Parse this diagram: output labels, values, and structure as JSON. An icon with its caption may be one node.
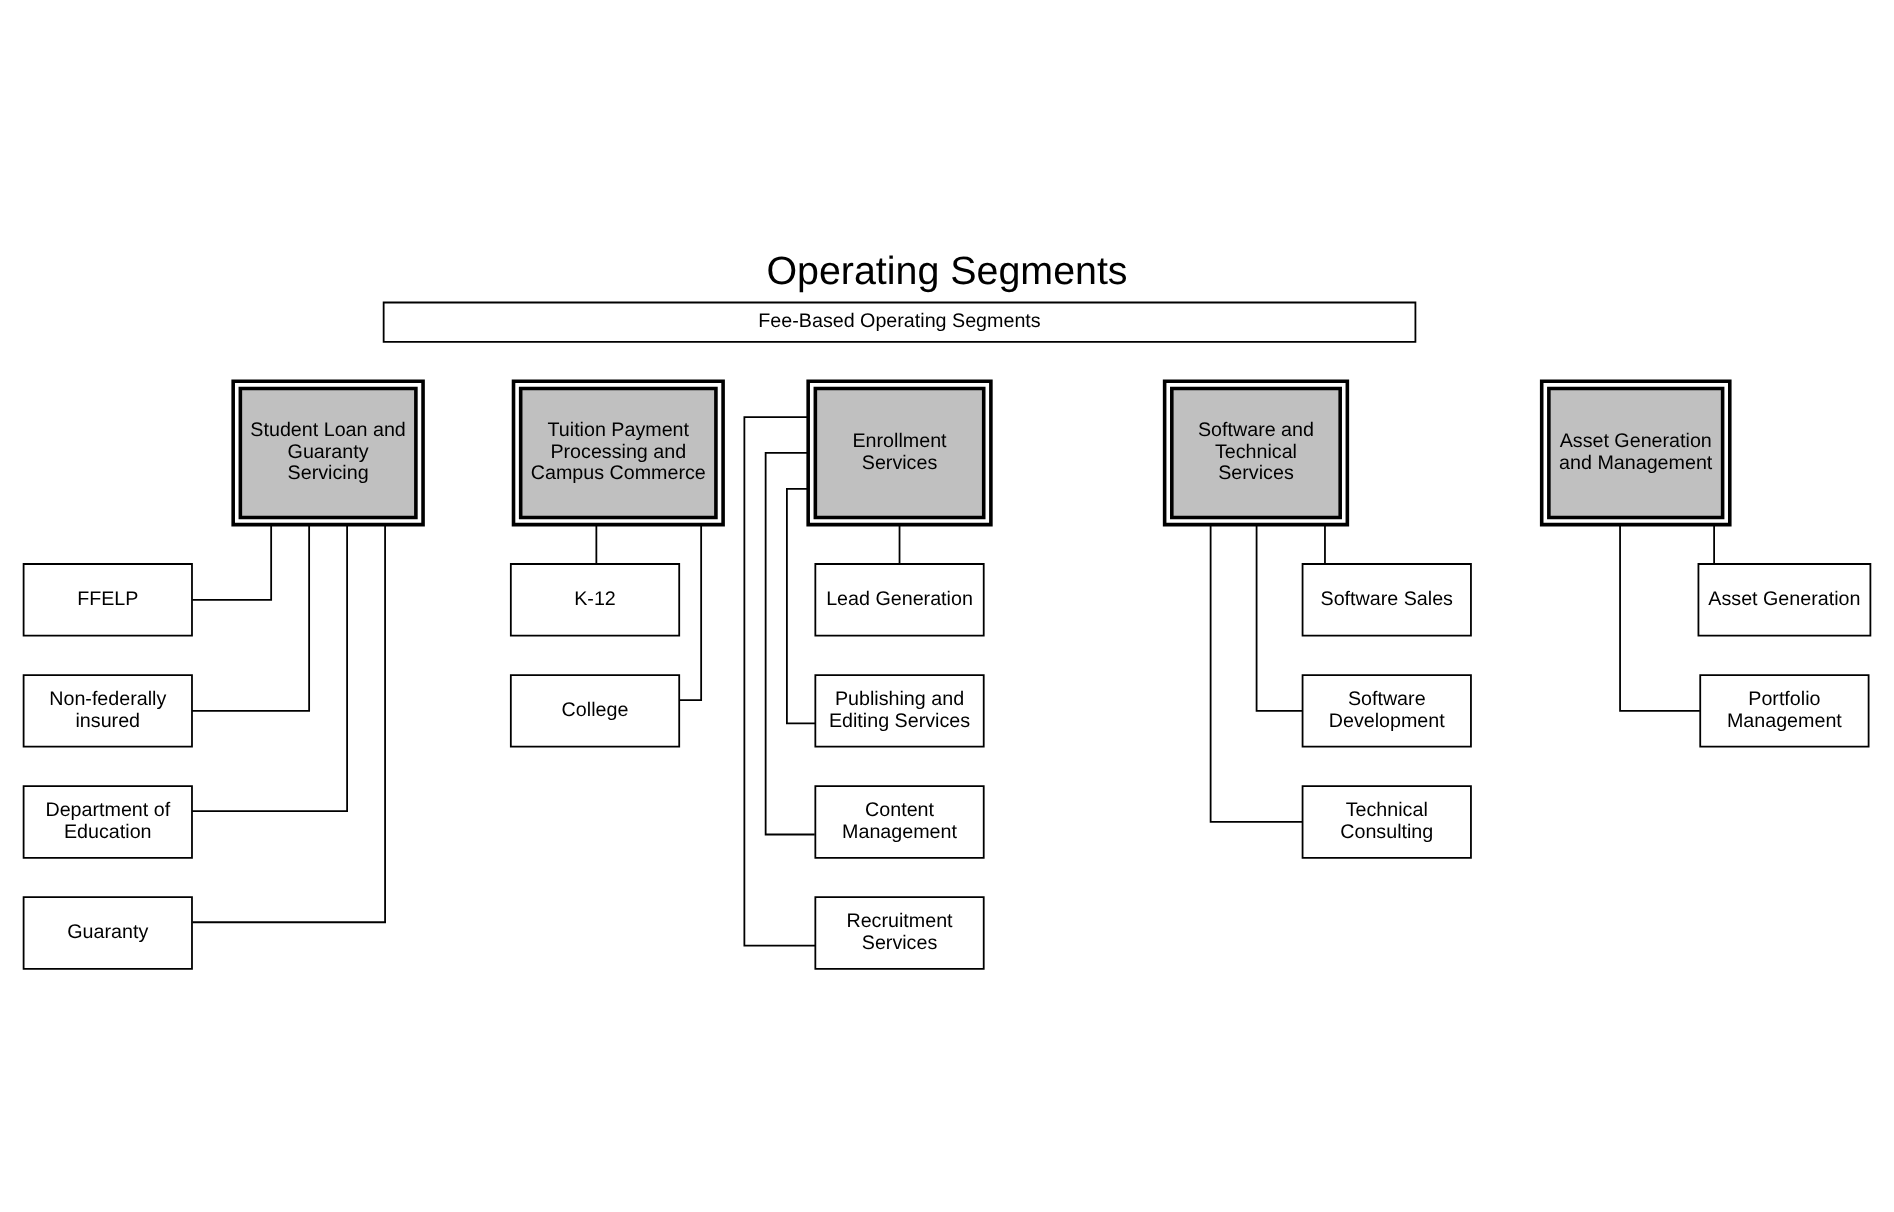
{
  "diagram": {
    "title": "Operating Segments",
    "nodes": [
      {
        "text": [
          "Fee-Based Operating Segments"
        ]
      },
      {
        "text": [
          "Student Loan and Guaranty Servicing"
        ]
      },
      {
        "text": [
          "FFELP"
        ]
      },
      {
        "text": [
          "Non-federally insured"
        ]
      },
      {
        "text": [
          "Department of Education"
        ]
      },
      {
        "text": [
          "Guaranty"
        ]
      },
      {
        "text": [
          "Tuition Payment Processing and Campus Commerce"
        ]
      },
      {
        "text": [
          "K-12"
        ]
      },
      {
        "text": [
          "College"
        ]
      },
      {
        "text": [
          "Enrollment Services"
        ]
      },
      {
        "text": [
          "Lead Generation"
        ]
      },
      {
        "text": [
          "Publishing and Editing Services"
        ]
      },
      {
        "text": [
          "Content Management"
        ]
      },
      {
        "text": [
          "Recruitment Services"
        ]
      },
      {
        "text": [
          "Software and Technical Services"
        ]
      },
      {
        "text": [
          "Software Sales"
        ]
      },
      {
        "text": [
          "Software Development"
        ]
      },
      {
        "text": [
          "Technical Consulting"
        ]
      },
      {
        "text": [
          "Asset Generation and Management"
        ]
      },
      {
        "text": [
          "Asset Generation"
        ]
      },
      {
        "text": [
          "Portfolio Management"
        ]
      }
    ],
    "edges": [
      {
        "from": 1,
        "to": 2,
        "arrow": "none"
      },
      {
        "from": 1,
        "to": 3,
        "arrow": "none"
      },
      {
        "from": 1,
        "to": 4,
        "arrow": "none"
      },
      {
        "from": 1,
        "to": 5,
        "arrow": "none"
      },
      {
        "from": 6,
        "to": 7,
        "arrow": "none"
      },
      {
        "from": 6,
        "to": 8,
        "arrow": "none"
      },
      {
        "from": 9,
        "to": 10,
        "arrow": "none"
      },
      {
        "from": 9,
        "to": 11,
        "arrow": "none"
      },
      {
        "from": 9,
        "to": 12,
        "arrow": "none"
      },
      {
        "from": 9,
        "to": 13,
        "arrow": "none"
      },
      {
        "from": 14,
        "to": 15,
        "arrow": "none"
      },
      {
        "from": 14,
        "to": 16,
        "arrow": "none"
      },
      {
        "from": 14,
        "to": 17,
        "arrow": "none"
      },
      {
        "from": 18,
        "to": 19,
        "arrow": "none"
      },
      {
        "from": 18,
        "to": 20,
        "arrow": "none"
      }
    ]
  }
}
